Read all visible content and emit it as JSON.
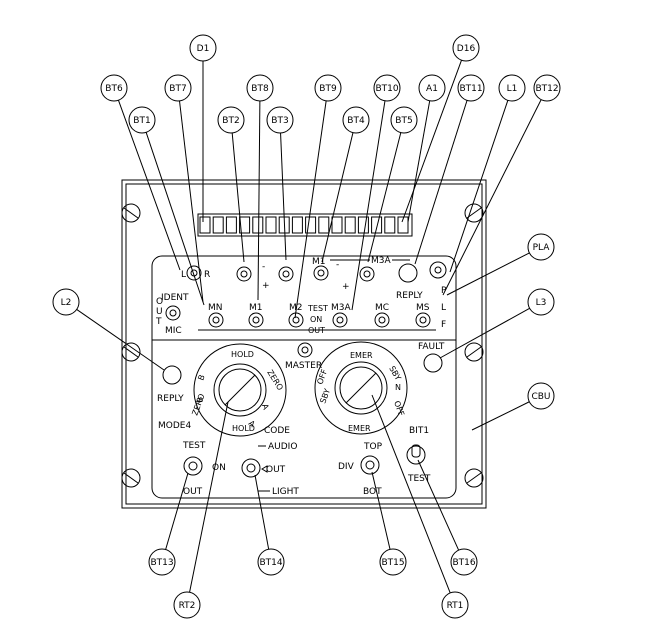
{
  "callouts": {
    "D1": "D1",
    "D16": "D16",
    "BT6": "BT6",
    "BT7": "BT7",
    "BT8": "BT8",
    "BT9": "BT9",
    "BT10": "BT10",
    "A1": "A1",
    "BT11": "BT11",
    "L1": "L1",
    "BT12": "BT12",
    "BT1": "BT1",
    "BT2": "BT2",
    "BT3": "BT3",
    "BT4": "BT4",
    "BT5": "BT5",
    "PLA": "PLA",
    "L2": "L2",
    "L3": "L3",
    "CBU": "CBU",
    "BT13": "BT13",
    "BT14": "BT14",
    "BT15": "BT15",
    "BT16": "BT16",
    "RT2": "RT2",
    "RT1": "RT1"
  },
  "panel": {
    "L_text": "L",
    "R_text": "R",
    "minus1": "-",
    "plus1": "+",
    "M1_top": "M1",
    "minus2": "-",
    "M3A_top": "M3A",
    "plus2": "+",
    "reply_top": "REPLY",
    "P": "P",
    "L": "L",
    "F": "F",
    "ident": "IDENT",
    "out_letters": [
      "O",
      "U",
      "T"
    ],
    "mic": "MIC",
    "MN": "MN",
    "M1": "M1",
    "M2": "M2",
    "M3A": "M3A",
    "MC": "MC",
    "MS": "MS",
    "test": "TEST",
    "on": "ON",
    "out": "OUT",
    "fault": "FAULT",
    "master": "MASTER",
    "reply_left": "REPLY",
    "mode4": "MODE4",
    "code": "CODE",
    "bit1": "BIT1",
    "test2": "TEST",
    "test_sw": "TEST",
    "on_sw": "ON",
    "out_sw": "OUT",
    "audio": "AUDIO",
    "out_audio": "OUT",
    "light": "LIGHT",
    "top": "TOP",
    "div": "DIV",
    "bot": "BOT"
  },
  "rt2_dial": {
    "labels": [
      "HOLD",
      "ZERO",
      "B",
      "A",
      "HOLD",
      "A",
      "B",
      "ZERO"
    ]
  },
  "rt1_dial": {
    "labels": [
      "EMER",
      "SBY",
      "OFF",
      "EMER",
      "SBY",
      "OFF",
      "N"
    ]
  },
  "colors": {
    "ink": "#000000",
    "panel": "#ffffff"
  }
}
